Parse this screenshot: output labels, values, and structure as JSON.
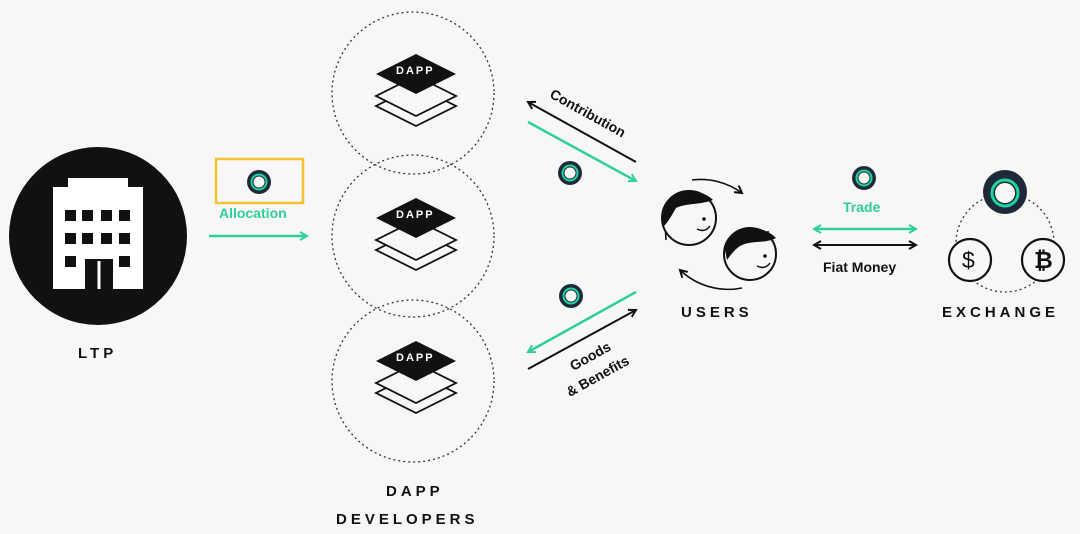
{
  "colors": {
    "ink": "#111111",
    "accent": "#2fcf9a",
    "token_outer": "#1e2a3a",
    "token_inner_ring": "#1fd49c",
    "highlight_box": "#f5c232",
    "background": "#f7f7f7"
  },
  "nodes": {
    "ltp": {
      "label": "LTP",
      "icon": "building-icon"
    },
    "dapp_card_label": "DAPP",
    "dapp_developers": {
      "line1": "DAPP",
      "line2": "DEVELOPERS"
    },
    "users": {
      "label": "USERS",
      "icon": "users-cycle-icon"
    },
    "exchange": {
      "label": "EXCHANGE",
      "icons": [
        "dollar-coin-icon",
        "bitcoin-coin-icon"
      ],
      "dollar_glyph": "$",
      "bitcoin_glyph": "₿"
    }
  },
  "flows": {
    "allocation": "Allocation",
    "contribution": "Contribution",
    "goods_line1": "Goods",
    "goods_line2": "& Benefits",
    "trade": "Trade",
    "fiat_money": "Fiat Money"
  }
}
